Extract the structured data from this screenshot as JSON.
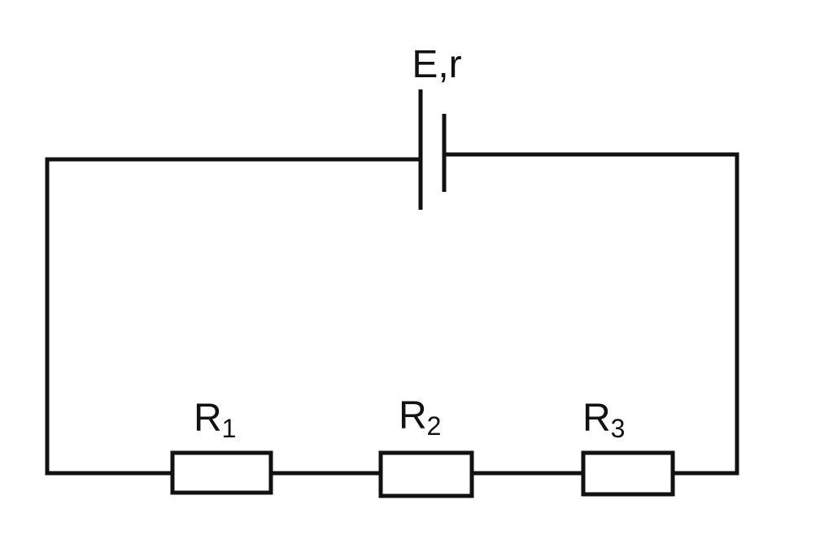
{
  "diagram": {
    "source": {
      "label": "E,r"
    },
    "resistors": [
      {
        "letter": "R",
        "index": "1"
      },
      {
        "letter": "R",
        "index": "2"
      },
      {
        "letter": "R",
        "index": "3"
      }
    ]
  },
  "colors": {
    "line": "#111111",
    "background": "#ffffff"
  }
}
